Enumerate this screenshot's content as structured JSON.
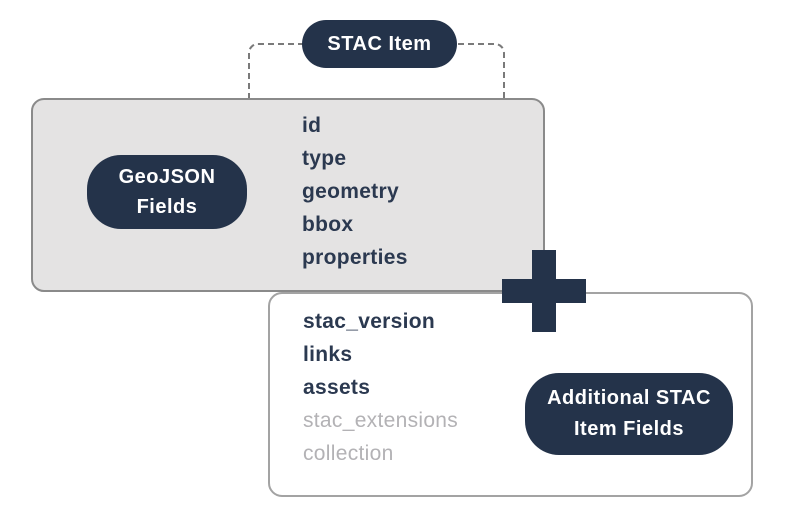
{
  "stac_item_pill": {
    "label": "STAC Item"
  },
  "geojson_group": {
    "pill_line1": "GeoJSON",
    "pill_line2": "Fields",
    "fields": [
      "id",
      "type",
      "geometry",
      "bbox",
      "properties"
    ]
  },
  "stac_group": {
    "core_fields": [
      "stac_version",
      "links",
      "assets"
    ],
    "optional_fields": [
      "stac_extensions",
      "collection"
    ],
    "pill_line1": "Additional STAC",
    "pill_line2": "Item Fields"
  },
  "plus_sign": "+",
  "colors": {
    "navy": "#24334a",
    "gray_box_fill": "#e4e3e3",
    "gray_box_border": "#8a8a8a",
    "white_box_border": "#a3a3a3",
    "field_text": "#2b3950",
    "muted_field_text": "#b3b2b5",
    "dashed_connector": "#7a7a7a"
  }
}
